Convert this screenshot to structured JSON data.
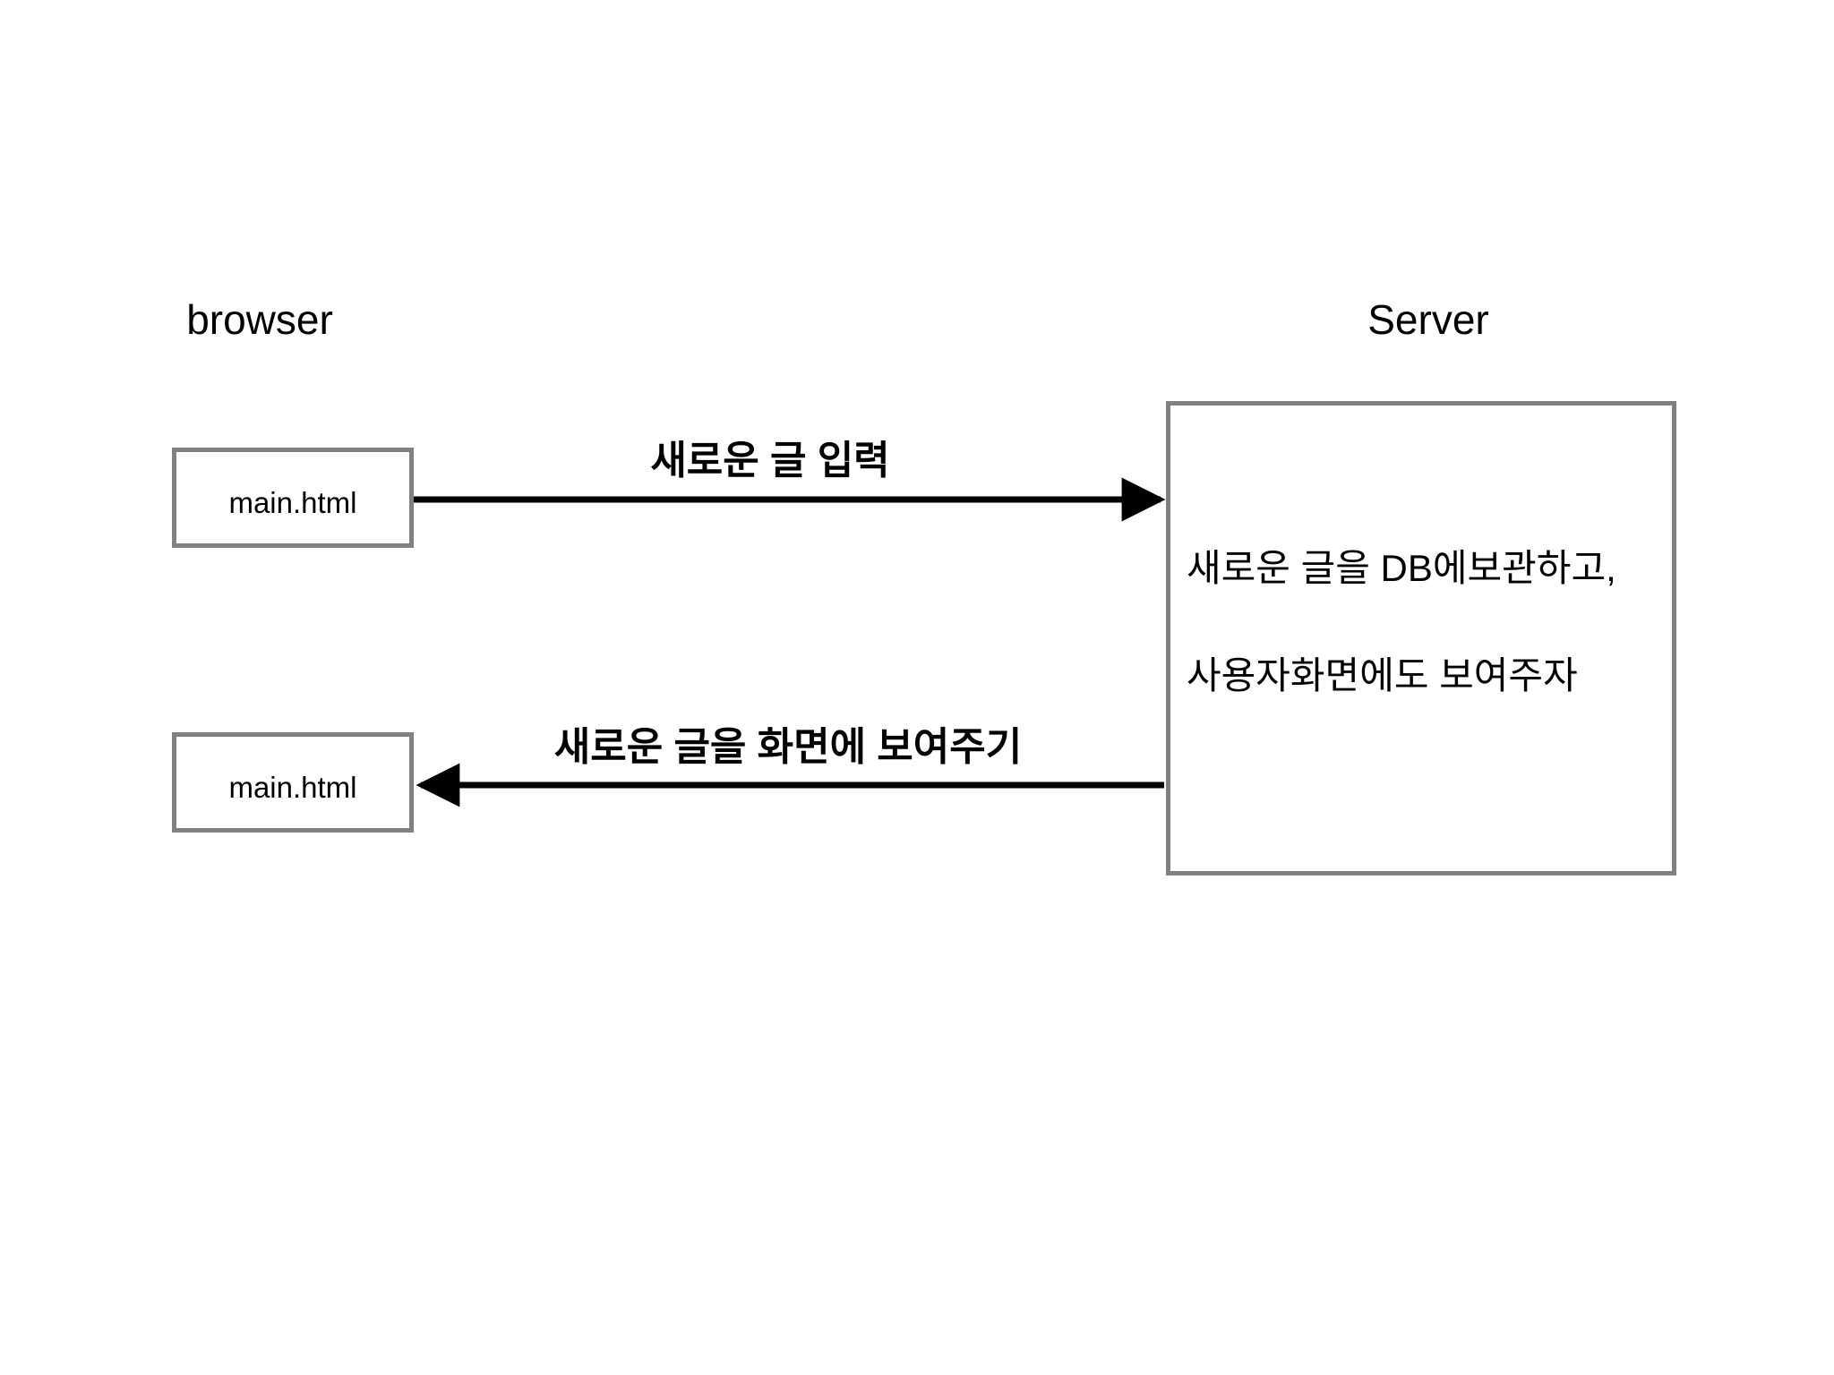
{
  "diagram": {
    "type": "sequence-flow",
    "background_color": "#ffffff",
    "box_border_color": "#808080",
    "arrow_color": "#000000",
    "text_color": "#000000"
  },
  "columns": {
    "left": {
      "title": "browser"
    },
    "right": {
      "title": "Server"
    }
  },
  "nodes": [
    {
      "id": "browser-top",
      "label": "main.html",
      "side": "left"
    },
    {
      "id": "browser-bottom",
      "label": "main.html",
      "side": "left"
    },
    {
      "id": "server",
      "label": "Server",
      "side": "right"
    }
  ],
  "server_box": {
    "lines": [
      "새로운 글을 DB에보관하고,",
      "사용자화면에도 보여주자"
    ]
  },
  "arrows": [
    {
      "id": "request",
      "label": "새로운 글 입력",
      "direction": "left-to-right",
      "from": "browser-top",
      "to": "server"
    },
    {
      "id": "response",
      "label": "새로운 글을 화면에 보여주기",
      "direction": "right-to-left",
      "from": "server",
      "to": "browser-bottom"
    }
  ]
}
